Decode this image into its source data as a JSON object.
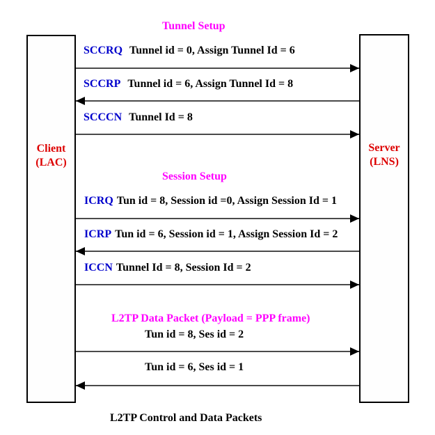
{
  "sections": {
    "tunnel_setup_title": "Tunnel Setup",
    "session_setup_title": "Session Setup",
    "data_packet_title": "L2TP Data Packet (Payload = PPP frame)",
    "caption": "L2TP Control and Data Packets"
  },
  "endpoints": {
    "client": {
      "line1": "Client",
      "line2": "(LAC)"
    },
    "server": {
      "line1": "Server",
      "line2": "(LNS)"
    }
  },
  "messages": [
    {
      "name": "SCCRQ",
      "detail": "Tunnel id = 0, Assign Tunnel Id = 6",
      "direction": "client-to-server"
    },
    {
      "name": "SCCRP",
      "detail": "Tunnel id = 6, Assign Tunnel Id = 8",
      "direction": "server-to-client"
    },
    {
      "name": "SCCCN",
      "detail": "Tunnel Id = 8",
      "direction": "client-to-server"
    },
    {
      "name": "ICRQ",
      "detail": "Tun id = 8, Session id =0, Assign Session Id = 1",
      "direction": "client-to-server"
    },
    {
      "name": "ICRP",
      "detail": "Tun id = 6, Session id = 1, Assign Session Id = 2",
      "direction": "server-to-client"
    },
    {
      "name": "ICCN",
      "detail": "Tunnel Id = 8, Session Id = 2",
      "direction": "client-to-server"
    }
  ],
  "data_packets": [
    {
      "detail": "Tun id = 8, Ses id = 2",
      "direction": "client-to-server"
    },
    {
      "detail": "Tun id = 6, Ses id = 1",
      "direction": "server-to-client"
    }
  ],
  "colors": {
    "section_title": "#ff00ff",
    "message_name": "#0000cc",
    "endpoint_label": "#dd0000",
    "arrow_line": "#4a4a4a",
    "arrow_head": "#000000"
  }
}
